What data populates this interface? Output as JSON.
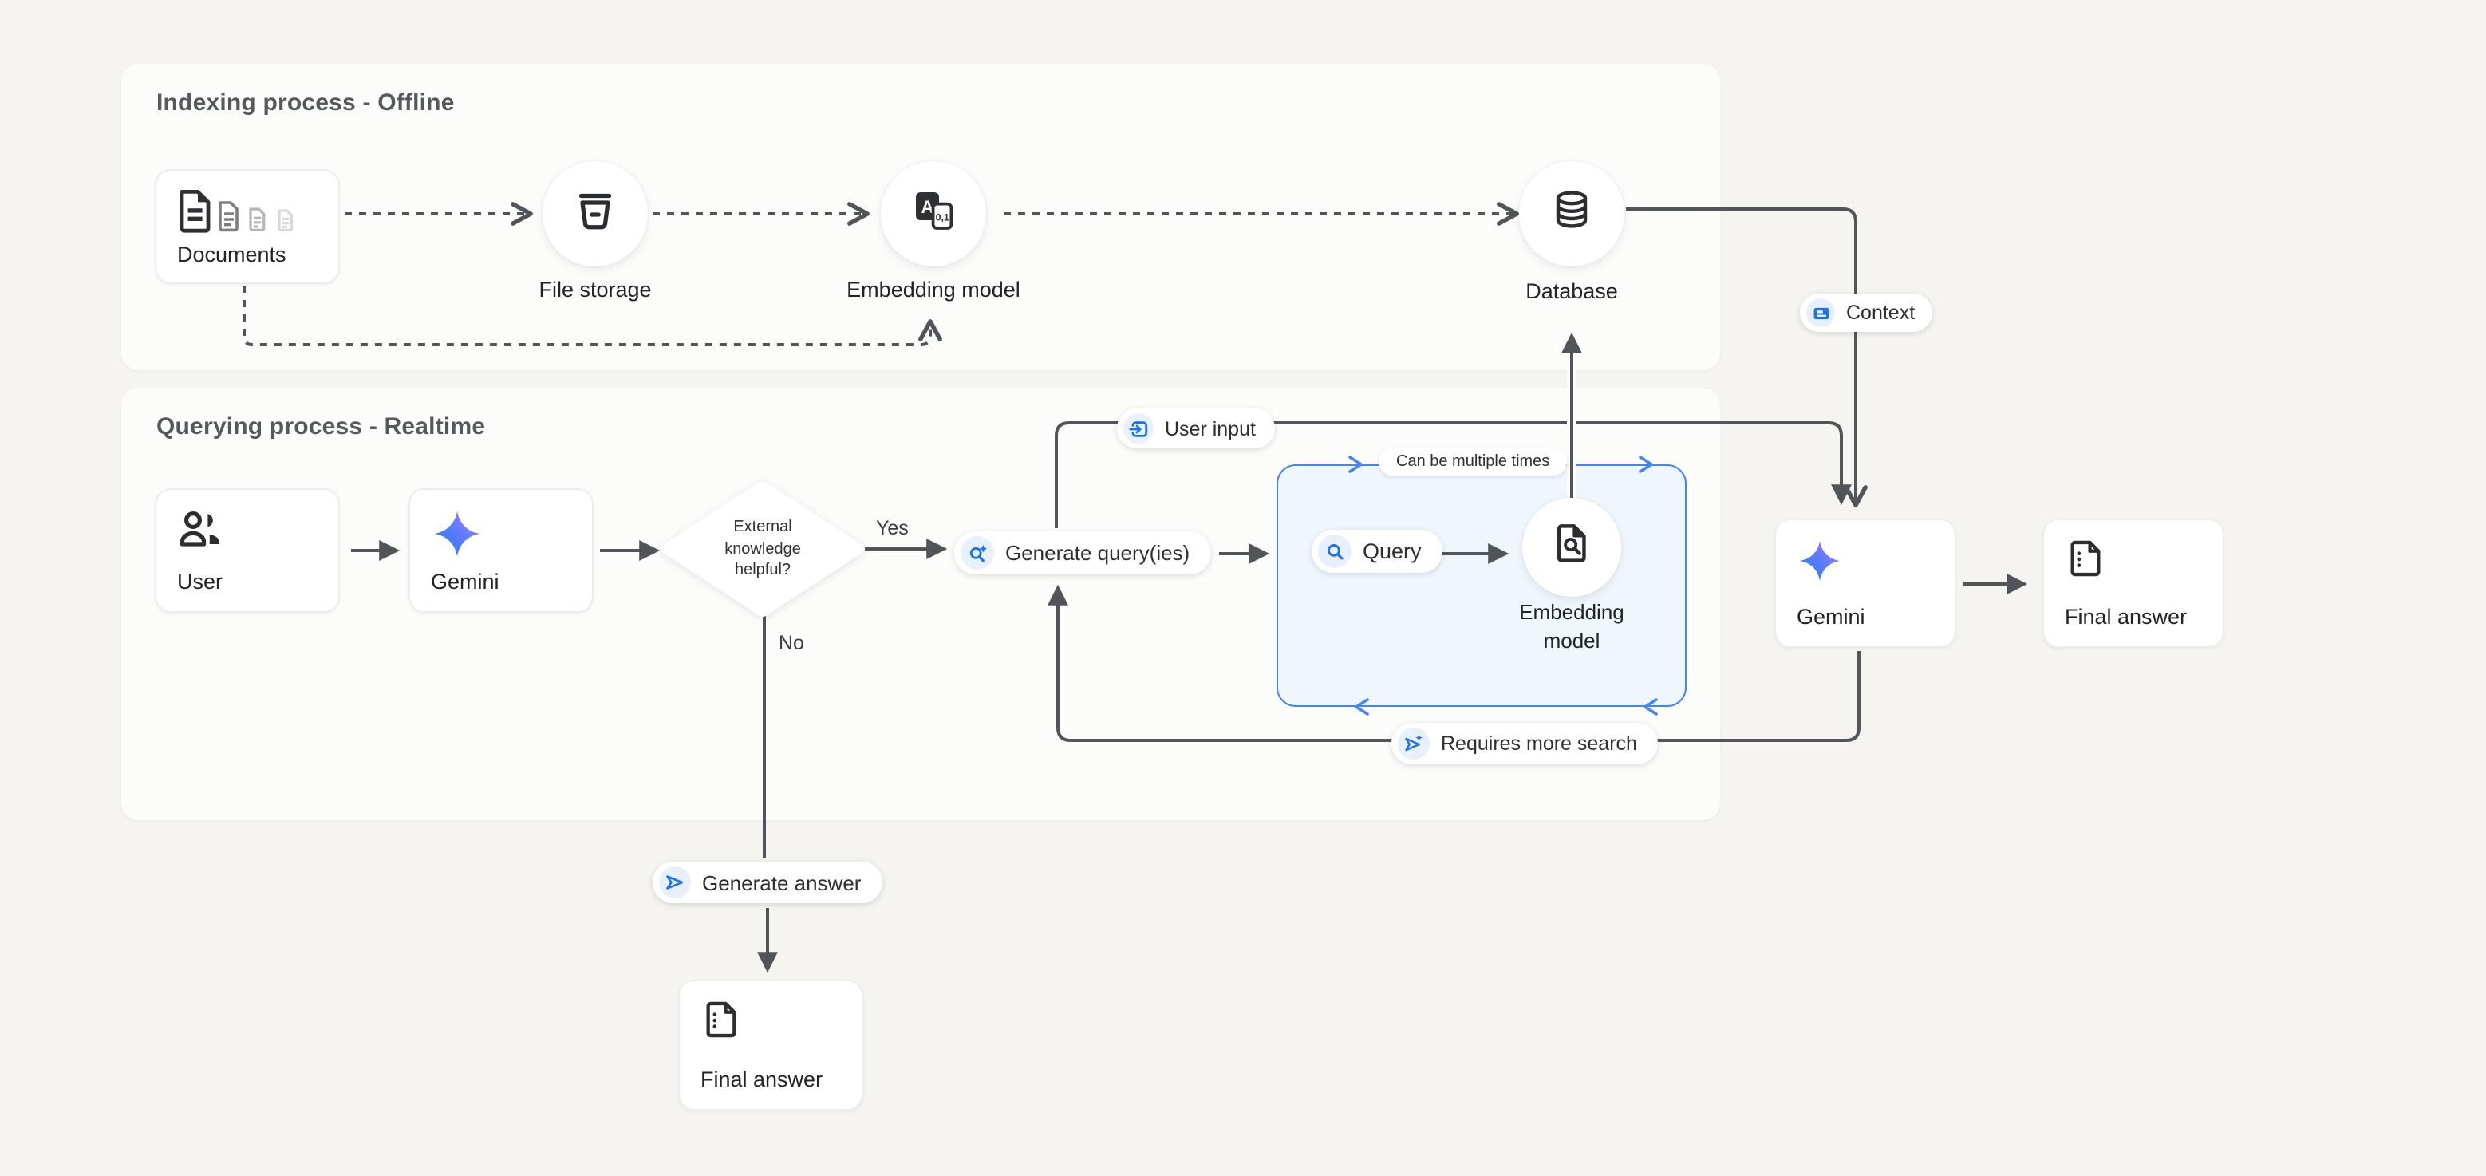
{
  "panels": {
    "indexing": {
      "title": "Indexing process - Offline"
    },
    "querying": {
      "title": "Querying process - Realtime"
    }
  },
  "nodes": {
    "documents": {
      "label": "Documents"
    },
    "file_storage": {
      "label": "File storage"
    },
    "embedding_model_offline": {
      "label": "Embedding model"
    },
    "database": {
      "label": "Database"
    },
    "user": {
      "label": "User"
    },
    "gemini_query": {
      "label": "Gemini"
    },
    "decision": {
      "lines": [
        "External",
        "knowledge",
        "helpful?"
      ]
    },
    "embedding_model_query": {
      "lines": [
        "Embedding",
        "model"
      ]
    },
    "gemini_answer": {
      "label": "Gemini"
    },
    "final_answer_main": {
      "label": "Final answer"
    },
    "final_answer_no": {
      "label": "Final answer"
    }
  },
  "badges": {
    "context": {
      "label": "Context"
    },
    "user_input": {
      "label": "User input"
    },
    "generate_queries": {
      "label": "Generate query(ies)"
    },
    "query": {
      "label": "Query"
    },
    "can_be_multiple_times": {
      "label": "Can be multiple times"
    },
    "requires_more_search": {
      "label": "Requires more search"
    },
    "generate_answer": {
      "label": "Generate answer"
    }
  },
  "edge_labels": {
    "yes": "Yes",
    "no": "No"
  },
  "colors": {
    "accent_blue": "#1a73e8",
    "loop_border": "#4286f5",
    "loop_fill": "#f0f6fd",
    "line_gray": "#515459",
    "background": "#f5f4f1"
  }
}
